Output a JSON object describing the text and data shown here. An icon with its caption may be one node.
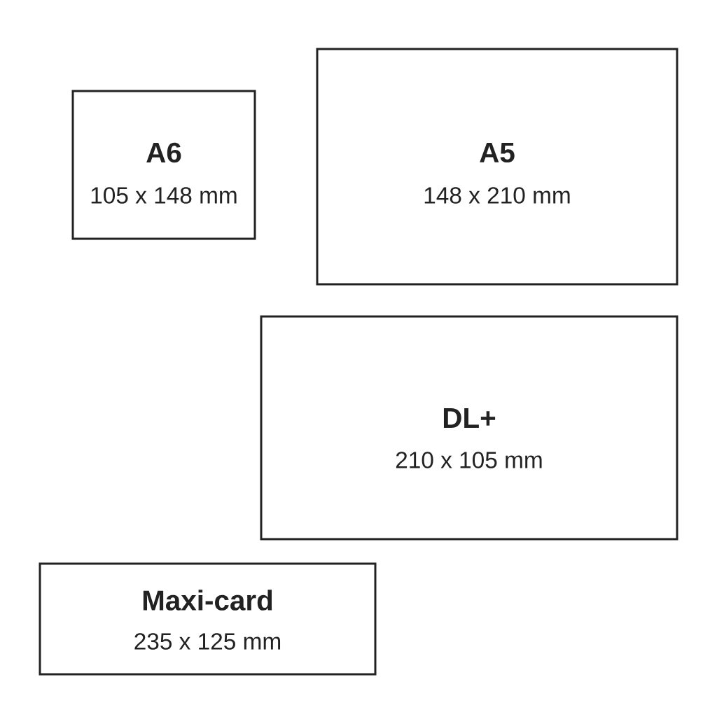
{
  "diagram": {
    "nodes": [
      {
        "text": [
          "A6",
          "105 x 148 mm"
        ]
      },
      {
        "text": [
          "A5",
          "148 x 210 mm"
        ]
      },
      {
        "text": [
          "DL+",
          "210 x 105 mm"
        ]
      },
      {
        "text": [
          "Maxi-card",
          "235 x 125 mm"
        ]
      }
    ]
  }
}
